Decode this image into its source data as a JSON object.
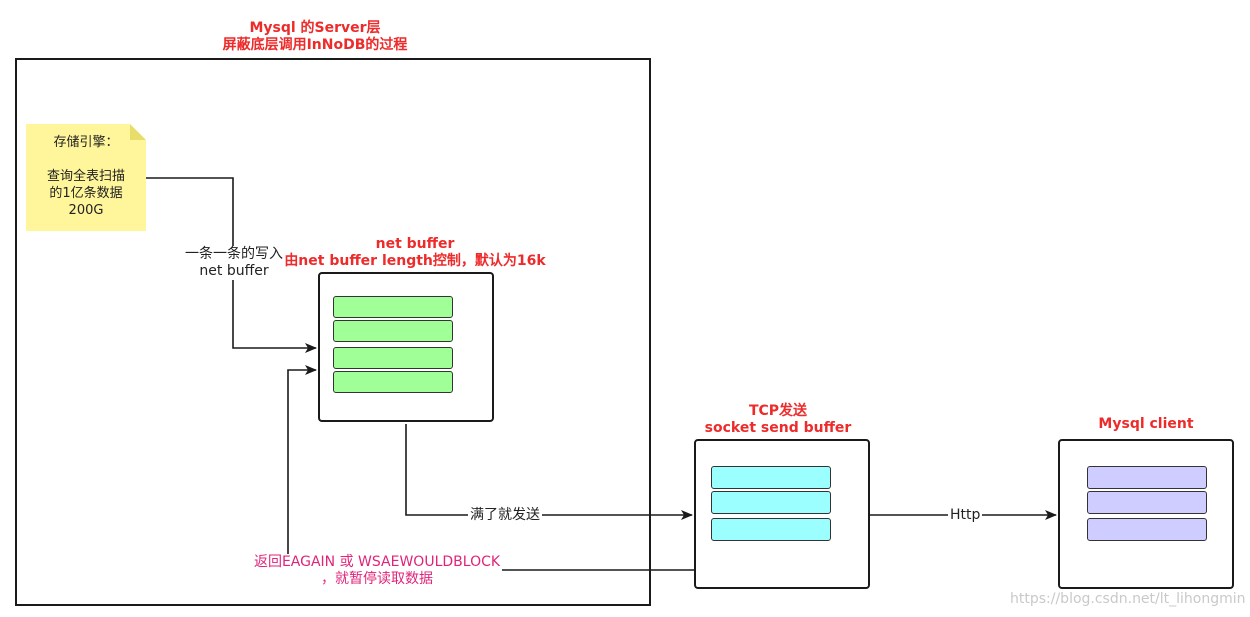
{
  "server": {
    "title_line1": "Mysql 的Server层",
    "title_line2": "屏蔽底层调用InNoDB的过程"
  },
  "storage_note": {
    "line1": "存储引擎：",
    "line2": "查询全表扫描",
    "line3": "的1亿条数据",
    "line4": "200G"
  },
  "net_buffer": {
    "title_line1": "net buffer",
    "title_line2": "由net  buffer  length控制，默认为16k",
    "slot_count": 4,
    "slot_color": "#a0ff96"
  },
  "socket_buffer": {
    "title_line1": "TCP发送",
    "title_line2": "socket send buffer",
    "slot_count": 3,
    "slot_color": "#9bffff"
  },
  "client": {
    "title": "Mysql client",
    "slot_count": 3,
    "slot_color": "#cfccff"
  },
  "edges": {
    "write_line1": "一条一条的写入",
    "write_line2": "net buffer",
    "send_when_full": "满了就发送",
    "http": "Http",
    "eagain_line1": "返回EAGAIN 或 WSAEWOULDBLOCK",
    "eagain_line2": "，就暂停读取数据"
  },
  "colors": {
    "title_red": "#ee2b2b",
    "note_yellow": "#fff59a",
    "eagain_pink": "#e0247a"
  },
  "watermark": "https://blog.csdn.net/lt_lihongmin"
}
